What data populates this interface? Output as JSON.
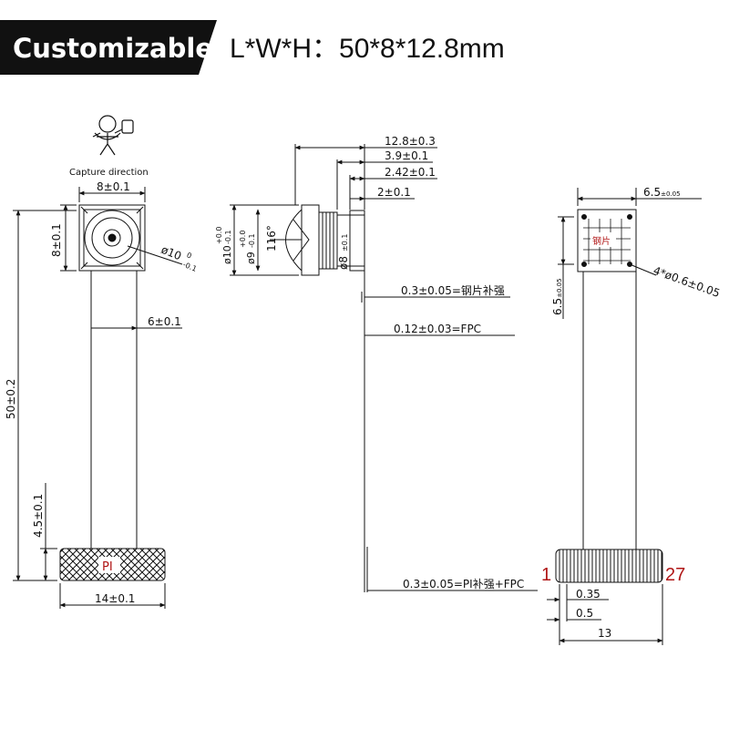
{
  "header": {
    "badge_label": "Customizable",
    "title": "L*W*H：50*8*12.8mm"
  },
  "capture_label": "Capture direction",
  "front_view": {
    "width_dim": "8±0.1",
    "height_dim": "8±0.1",
    "lens_dim": "ø10",
    "lens_tol_upper": "0",
    "lens_tol_lower": "-0.1",
    "fpc_width_dim": "6±0.1",
    "total_length_dim": "50±0.2",
    "connector_height_dim": "4.5±0.1",
    "connector_width_dim": "14±0.1",
    "connector_label": "PI"
  },
  "side_view": {
    "dim_total": "12.8±0.3",
    "dim_a": "3.9±0.1",
    "dim_b": "2.42±0.1",
    "dim_c": "2±0.1",
    "outer_dia": "ø10",
    "outer_dia_tol_upper": "+0.0",
    "outer_dia_tol_lower": "-0.1",
    "inner_dia": "ø9",
    "inner_dia_tol_upper": "+0.0",
    "inner_dia_tol_lower": "-0.1",
    "fov": "116°",
    "barrel_dia": "ø8",
    "barrel_dia_tol": "±0.1",
    "stiffener_note": "0.3±0.05=钢片补强",
    "fpc_note": "0.12±0.03=FPC",
    "pi_note": "0.3±0.05=PI补强+FPC"
  },
  "back_view": {
    "plate_width_dim": "6.5",
    "plate_width_tol": "±0.05",
    "plate_height_dim": "6.5",
    "plate_height_tol": "±0.05",
    "plate_label": "钢片",
    "hole_dim": "4*ø0.6±0.05",
    "pin_first": "1",
    "pin_last": "27",
    "pitch_dim": "0.35",
    "pin_width_dim": "0.5",
    "connector_width_dim": "13"
  },
  "colors": {
    "ink": "#1a1a1a",
    "badge_bg": "#111111",
    "badge_text": "#ffffff",
    "accent": "#b01515"
  }
}
